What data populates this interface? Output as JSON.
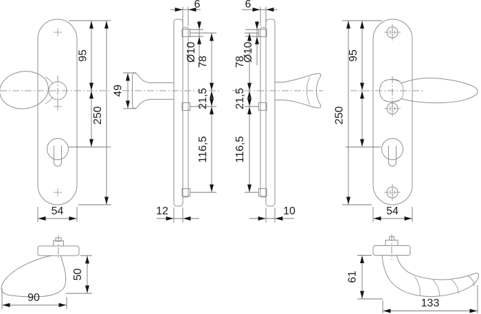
{
  "title": "door-handle-dimension-drawing",
  "dims": {
    "knob_front": {
      "h95": "95",
      "h250": "250",
      "w54": "54"
    },
    "knob_side": {
      "t6": "6",
      "d10": "Ø10",
      "s78": "78",
      "k49": "49",
      "s215": "21,5",
      "s1165": "116,5",
      "t12": "12"
    },
    "lever_side": {
      "t6": "6",
      "d10": "Ø10",
      "s78": "78",
      "s215": "21,5",
      "s1165": "116,5",
      "t10": "10"
    },
    "lever_front": {
      "h95": "95",
      "h250": "250",
      "w54": "54"
    },
    "knob_top": {
      "w90": "90",
      "h50": "50"
    },
    "lever_top": {
      "h61": "61",
      "w133": "133"
    }
  },
  "colors": {
    "line": "#8e8e8e",
    "dim": "#777777",
    "text": "#1c1c1c",
    "arrow": "#161616",
    "background": "#ffffff"
  }
}
